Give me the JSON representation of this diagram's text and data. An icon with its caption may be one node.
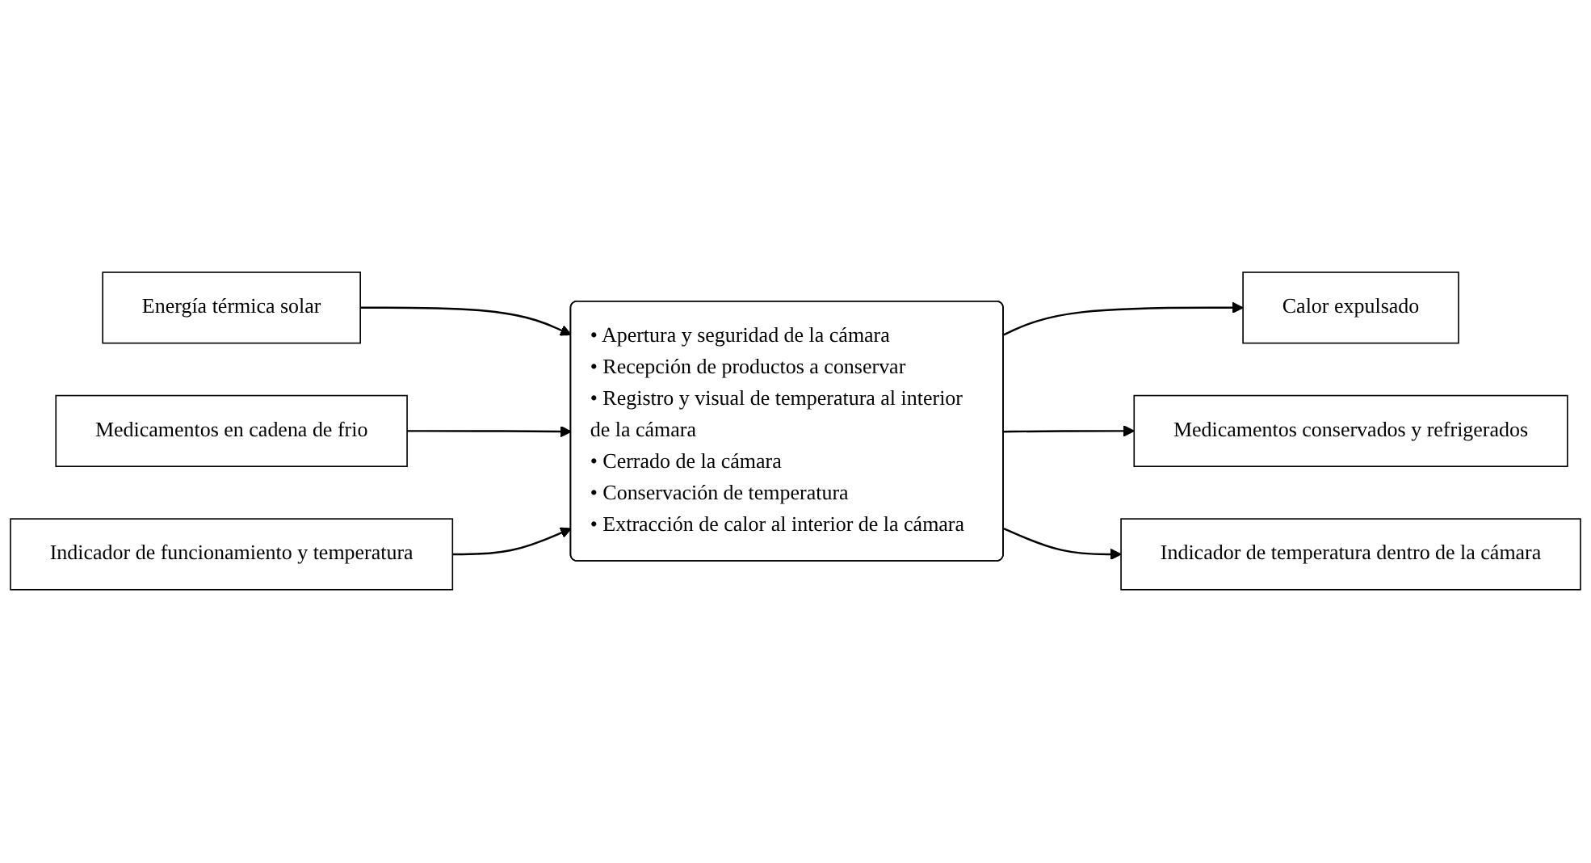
{
  "diagram": {
    "nodes": [
      {
        "text": [
          "Energía térmica solar"
        ]
      },
      {
        "text": [
          "Medicamentos en cadena de frio"
        ]
      },
      {
        "text": [
          "Indicador de funcionamiento y temperatura"
        ]
      },
      {
        "text": [
          "• Apertura y seguridad de la cámara",
          "• Recepción de productos a conservar",
          "• Registro y visual de temperatura al interior de la cámara",
          "• Cerrado de la cámara",
          "• Conservación de temperatura",
          "• Extracción de calor al interior de la cámara"
        ]
      },
      {
        "text": [
          "Calor expulsado"
        ]
      },
      {
        "text": [
          "Medicamentos conservados y refrigerados"
        ]
      },
      {
        "text": [
          "Indicador de temperatura dentro de la cámara"
        ]
      }
    ],
    "edges": [
      {
        "from": 0,
        "to": 3,
        "arrow": "to"
      },
      {
        "from": 1,
        "to": 3,
        "arrow": "to"
      },
      {
        "from": 2,
        "to": 3,
        "arrow": "to"
      },
      {
        "from": 3,
        "to": 4,
        "arrow": "to"
      },
      {
        "from": 3,
        "to": 5,
        "arrow": "to"
      },
      {
        "from": 3,
        "to": 6,
        "arrow": "to"
      }
    ]
  }
}
